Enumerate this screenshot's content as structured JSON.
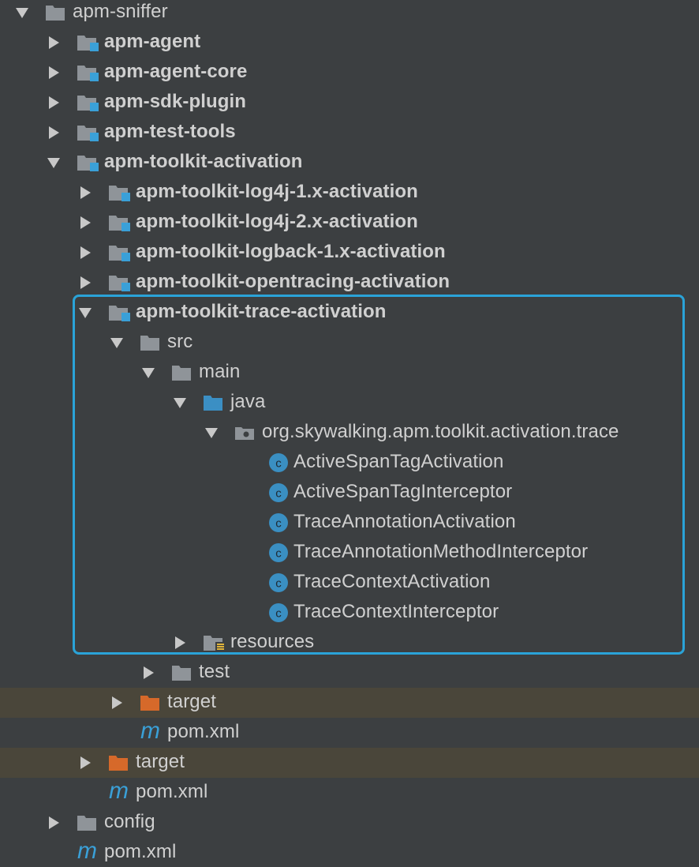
{
  "tree": [
    {
      "label": "apm-sniffer",
      "icon": "folder-icon",
      "arrow": "expanded",
      "bold": false,
      "excluded": false
    },
    {
      "label": "apm-agent",
      "icon": "module-folder-icon",
      "arrow": "collapsed",
      "bold": true,
      "excluded": false
    },
    {
      "label": "apm-agent-core",
      "icon": "module-folder-icon",
      "arrow": "collapsed",
      "bold": true,
      "excluded": false
    },
    {
      "label": "apm-sdk-plugin",
      "icon": "module-folder-icon",
      "arrow": "collapsed",
      "bold": true,
      "excluded": false
    },
    {
      "label": "apm-test-tools",
      "icon": "module-folder-icon",
      "arrow": "collapsed",
      "bold": true,
      "excluded": false
    },
    {
      "label": "apm-toolkit-activation",
      "icon": "module-folder-icon",
      "arrow": "expanded",
      "bold": true,
      "excluded": false
    },
    {
      "label": "apm-toolkit-log4j-1.x-activation",
      "icon": "module-folder-icon",
      "arrow": "collapsed",
      "bold": true,
      "excluded": false
    },
    {
      "label": "apm-toolkit-log4j-2.x-activation",
      "icon": "module-folder-icon",
      "arrow": "collapsed",
      "bold": true,
      "excluded": false
    },
    {
      "label": "apm-toolkit-logback-1.x-activation",
      "icon": "module-folder-icon",
      "arrow": "collapsed",
      "bold": true,
      "excluded": false
    },
    {
      "label": "apm-toolkit-opentracing-activation",
      "icon": "module-folder-icon",
      "arrow": "collapsed",
      "bold": true,
      "excluded": false
    },
    {
      "label": "apm-toolkit-trace-activation",
      "icon": "module-folder-icon",
      "arrow": "expanded",
      "bold": true,
      "excluded": false
    },
    {
      "label": "src",
      "icon": "folder-icon",
      "arrow": "expanded",
      "bold": false,
      "excluded": false
    },
    {
      "label": "main",
      "icon": "folder-icon",
      "arrow": "expanded",
      "bold": false,
      "excluded": false
    },
    {
      "label": "java",
      "icon": "source-folder-icon",
      "arrow": "expanded",
      "bold": false,
      "excluded": false
    },
    {
      "label": "org.skywalking.apm.toolkit.activation.trace",
      "icon": "package-icon",
      "arrow": "expanded",
      "bold": false,
      "excluded": false
    },
    {
      "label": "ActiveSpanTagActivation",
      "icon": "class-icon",
      "arrow": "none",
      "bold": false,
      "excluded": false
    },
    {
      "label": "ActiveSpanTagInterceptor",
      "icon": "class-icon",
      "arrow": "none",
      "bold": false,
      "excluded": false
    },
    {
      "label": "TraceAnnotationActivation",
      "icon": "class-icon",
      "arrow": "none",
      "bold": false,
      "excluded": false
    },
    {
      "label": "TraceAnnotationMethodInterceptor",
      "icon": "class-icon",
      "arrow": "none",
      "bold": false,
      "excluded": false
    },
    {
      "label": "TraceContextActivation",
      "icon": "class-icon",
      "arrow": "none",
      "bold": false,
      "excluded": false
    },
    {
      "label": "TraceContextInterceptor",
      "icon": "class-icon",
      "arrow": "none",
      "bold": false,
      "excluded": false
    },
    {
      "label": "resources",
      "icon": "resources-folder-icon",
      "arrow": "collapsed",
      "bold": false,
      "excluded": false
    },
    {
      "label": "test",
      "icon": "folder-icon",
      "arrow": "collapsed",
      "bold": false,
      "excluded": false
    },
    {
      "label": "target",
      "icon": "excluded-folder-icon",
      "arrow": "collapsed",
      "bold": false,
      "excluded": true
    },
    {
      "label": "pom.xml",
      "icon": "maven-icon",
      "arrow": "none",
      "bold": false,
      "excluded": false
    },
    {
      "label": "target",
      "icon": "excluded-folder-icon",
      "arrow": "collapsed",
      "bold": false,
      "excluded": true
    },
    {
      "label": "pom.xml",
      "icon": "maven-icon",
      "arrow": "none",
      "bold": false,
      "excluded": false
    },
    {
      "label": "config",
      "icon": "folder-icon",
      "arrow": "collapsed",
      "bold": false,
      "excluded": false
    },
    {
      "label": "pom.xml",
      "icon": "maven-icon",
      "arrow": "none",
      "bold": false,
      "excluded": false
    }
  ],
  "colors": {
    "background": "#3c3f41",
    "text": "#d0d0d0",
    "arrow": "#c8c8c8",
    "folder": "#8f9499",
    "module_badge": "#3aa0d8",
    "source_folder": "#3b8fc4",
    "excluded_folder": "#d6692a",
    "excluded_row": "#4a463a",
    "class_icon": "#3a8fc2",
    "maven": "#3aa0d8",
    "highlight": "#2aa3d8"
  }
}
